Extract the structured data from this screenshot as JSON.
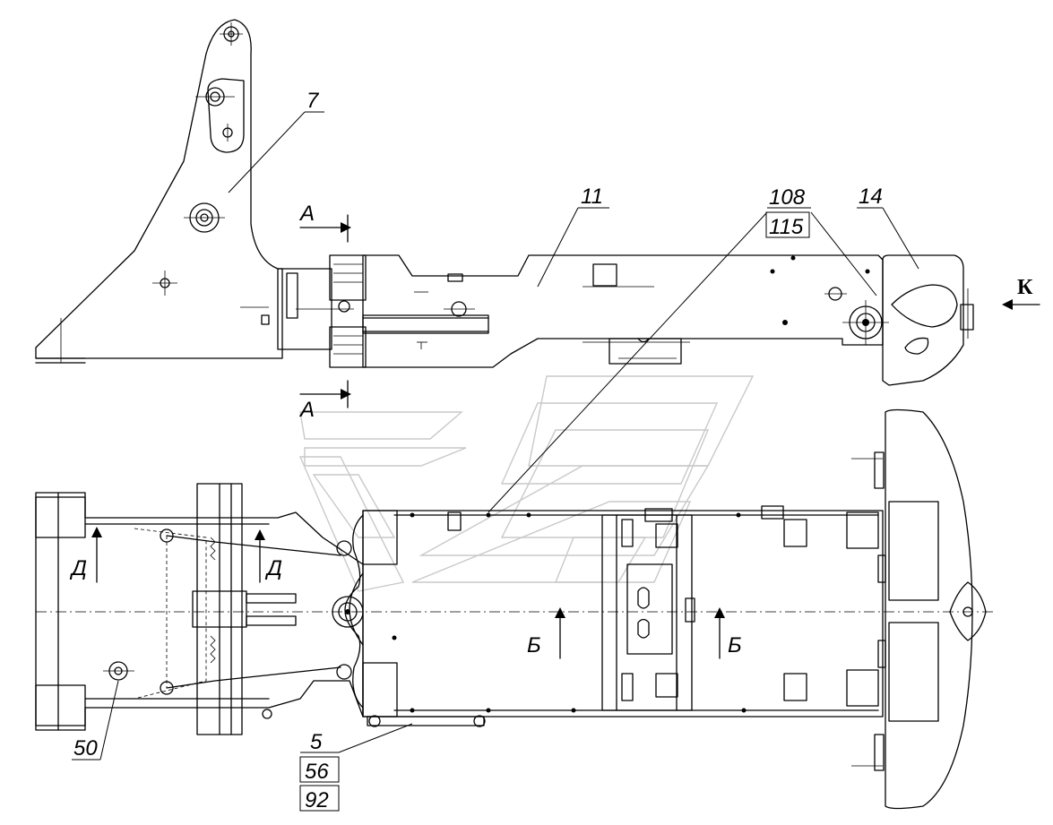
{
  "callouts": {
    "c7": "7",
    "c11": "11",
    "c108": "108",
    "c115": "115",
    "c14": "14",
    "c50": "50",
    "c5": "5",
    "c56": "56",
    "c92": "92"
  },
  "sections": {
    "a_top": "А",
    "a_bottom": "А",
    "d_left": "Д",
    "d_right": "Д",
    "b_left": "Б",
    "b_right": "Б",
    "k": "К"
  }
}
